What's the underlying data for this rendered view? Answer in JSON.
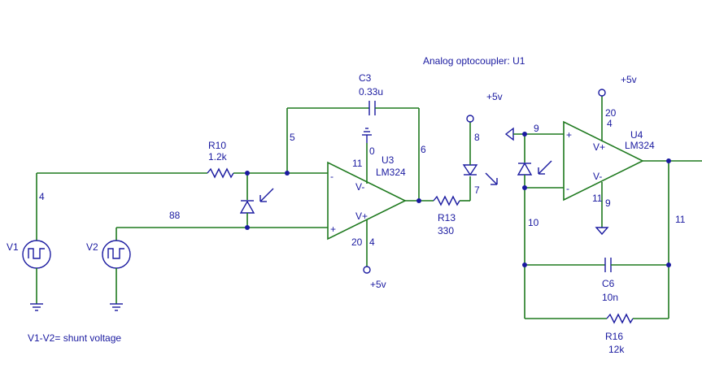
{
  "colors": {
    "wire": "#1f7a1f",
    "component": "#1a1aa0",
    "text": "#1a1aa0",
    "background": "#ffffff"
  },
  "annotations": {
    "optocoupler": "Analog optocoupler: U1",
    "shunt_note": "V1-V2= shunt voltage"
  },
  "sources": {
    "v1": "V1",
    "v2": "V2"
  },
  "components": {
    "r10": {
      "ref": "R10",
      "value": "1.2k"
    },
    "c3": {
      "ref": "C3",
      "value": "0.33u"
    },
    "u3": {
      "ref": "U3",
      "part": "LM324",
      "pin_neg": "-",
      "pin_pos": "+",
      "vminus": "V-",
      "vplus": "V+"
    },
    "r13": {
      "ref": "R13",
      "value": "330"
    },
    "u4": {
      "ref": "U4",
      "part": "LM324",
      "pin_pos": "+",
      "pin_neg": "-",
      "vplus": "V+",
      "vminus": "V-"
    },
    "c6": {
      "ref": "C6",
      "value": "10n"
    },
    "r16": {
      "ref": "R16",
      "value": "12k"
    }
  },
  "supplies": {
    "u3_vplus": "+5v",
    "led_anode": "+5v",
    "u4_vplus": "+5v"
  },
  "nodes": {
    "n4": "4",
    "n88": "88",
    "n5": "5",
    "n6": "6",
    "n0": "0",
    "n11a": "11",
    "n20a": "20",
    "n4b": "4",
    "n8": "8",
    "n7": "7",
    "n9a": "9",
    "n20b": "20",
    "n4c": "4",
    "n11b": "11",
    "n9b": "9",
    "n10": "10",
    "n11c": "11"
  }
}
